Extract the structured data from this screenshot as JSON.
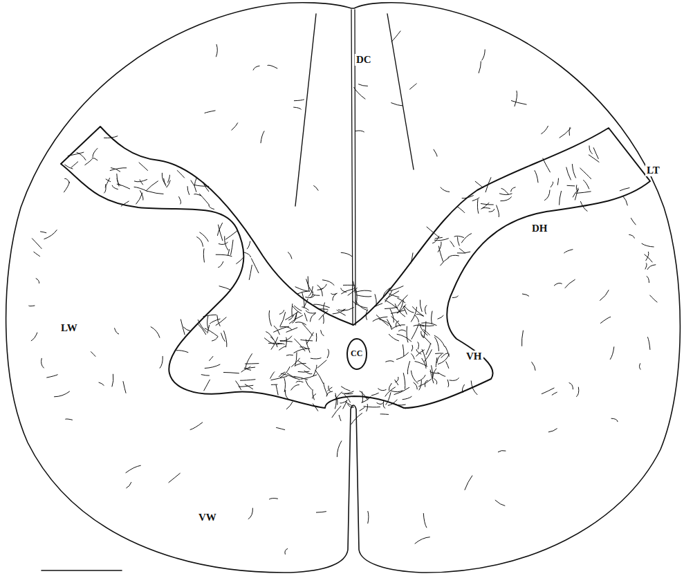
{
  "diagram": {
    "labels": [
      "DC",
      "LT",
      "DH",
      "LW",
      "CC",
      "VH",
      "VW"
    ]
  }
}
